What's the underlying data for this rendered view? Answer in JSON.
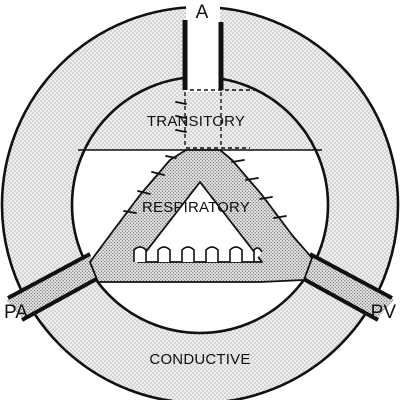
{
  "diagram": {
    "zones": {
      "conductive": "CONDUCTIVE",
      "transitory": "TRANSITORY",
      "respiratory": "RESPIRATORY"
    },
    "vessels": {
      "airway": "A",
      "pulmonary_artery": "PA",
      "pulmonary_vein": "PV"
    },
    "colors": {
      "ink": "#111111",
      "background": "#ffffff",
      "stipple_dot": "#555555",
      "stipple_fill": "#e8e8e8"
    }
  }
}
